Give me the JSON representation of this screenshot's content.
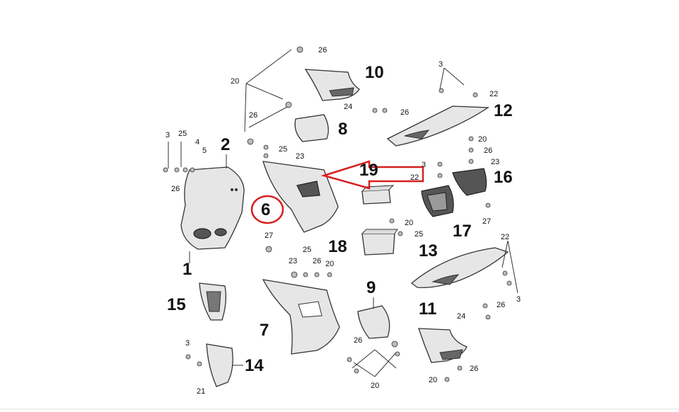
{
  "labels": {
    "p1": "1",
    "p2": "2",
    "p6": "6",
    "p7": "7",
    "p8": "8",
    "p9": "9",
    "p10": "10",
    "p11": "11",
    "p12": "12",
    "p13": "13",
    "p14": "14",
    "p15": "15",
    "p16": "16",
    "p17": "17",
    "p18": "18",
    "p19": "19"
  },
  "small_labels": {
    "s20a": "20",
    "s26a": "26",
    "s26b": "26",
    "s25a": "25",
    "s23a": "23",
    "s3a": "3",
    "s25b": "25",
    "s4": "4",
    "s5": "5",
    "s26c": "26",
    "s3b": "3",
    "s22a": "22",
    "s24a": "24",
    "s26d": "26",
    "s20b": "20",
    "s26e": "26",
    "s23b": "23",
    "s3c": "3",
    "s22b": "22",
    "s27a": "27",
    "s20c": "20",
    "s25c": "25",
    "s27b": "27",
    "s23c": "23",
    "s25d": "25",
    "s26f": "26",
    "s20d": "20",
    "s22c": "22",
    "s3d": "3",
    "s24b": "24",
    "s26g": "26",
    "s26h": "26",
    "s20e": "20",
    "s3e": "3",
    "s21": "21",
    "s26i": "26",
    "s20f": "20"
  },
  "colors": {
    "highlight": "#d62020",
    "line": "#333333"
  }
}
